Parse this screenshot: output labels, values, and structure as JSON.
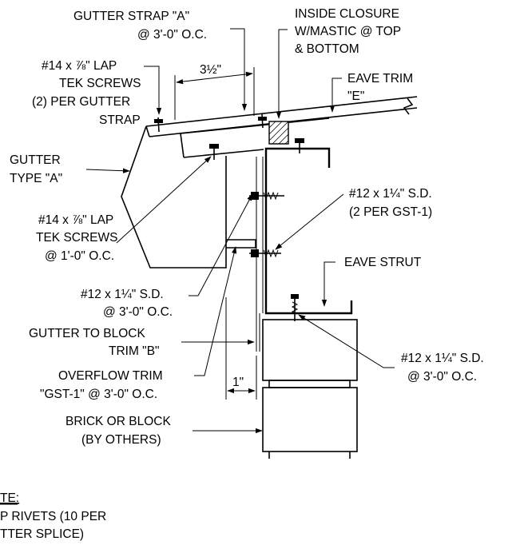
{
  "labels": {
    "gutter_strap": [
      "GUTTER STRAP \"A\"",
      "@ 3'-0\" O.C."
    ],
    "inside_closure": [
      "INSIDE CLOSURE",
      "W/MASTIC @ TOP",
      "& BOTTOM"
    ],
    "lap_tek_top": [
      "#14 x ⅞\" LAP",
      "TEK SCREWS",
      "(2) PER GUTTER",
      "STRAP"
    ],
    "dim_3_5": "3½\"",
    "eave_trim": [
      "EAVE TRIM",
      "\"E\""
    ],
    "gutter_type": [
      "GUTTER",
      "TYPE \"A\""
    ],
    "sd_gst": [
      "#12 x 1¼\" S.D.",
      "(2 PER GST-1)"
    ],
    "lap_tek_mid": [
      "#14 x ⅞\" LAP",
      "TEK SCREWS",
      "@ 1'-0\" O.C."
    ],
    "eave_strut": "EAVE STRUT",
    "sd_left": [
      "#12 x 1¼\" S.D.",
      "@ 3'-0\" O.C."
    ],
    "gutter_block_trim": [
      "GUTTER TO BLOCK",
      "TRIM \"B\""
    ],
    "sd_right": [
      "#12 x 1¼\" S.D.",
      "@ 3'-0\" O.C."
    ],
    "overflow_trim": [
      "OVERFLOW TRIM",
      "\"GST-1\" @ 3'-0\" O.C."
    ],
    "dim_1": "1\"",
    "brick_block": [
      "BRICK OR BLOCK",
      "(BY OTHERS)"
    ],
    "note": [
      "TE:",
      "P RIVETS (10 PER",
      "TTER SPLICE)"
    ]
  }
}
